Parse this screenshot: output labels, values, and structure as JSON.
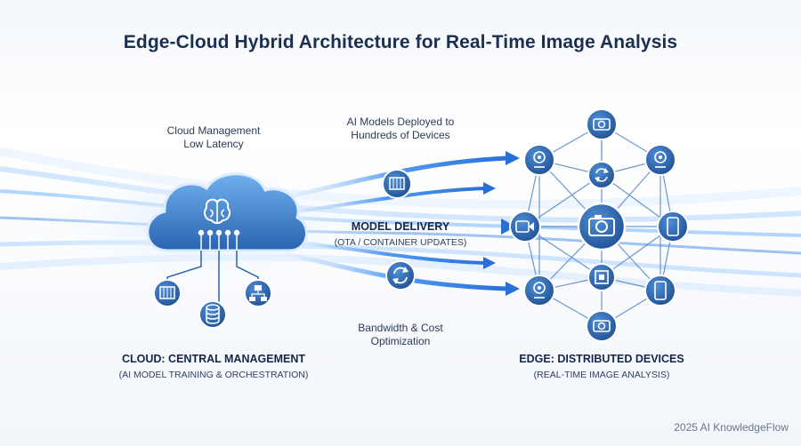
{
  "title": "Edge-Cloud Hybrid Architecture for Real-Time Image Analysis",
  "cloud": {
    "notes": [
      "Cloud Management",
      "Low Latency"
    ],
    "label": "CLOUD: CENTRAL MANAGEMENT",
    "sublabel": "(AI MODEL TRAINING & ORCHESTRATION)",
    "icons": [
      "brain-icon",
      "container-icon",
      "database-icon",
      "network-icon"
    ]
  },
  "middle": {
    "top_notes": [
      "AI Models Deployed to",
      "Hundreds of Devices"
    ],
    "delivery_label": "MODEL DELIVERY",
    "delivery_sublabel": "(OTA / CONTAINER UPDATES)",
    "bottom_notes": [
      "Bandwidth & Cost",
      "Optimization"
    ],
    "icons": [
      "container-icon",
      "refresh-icon"
    ]
  },
  "edge": {
    "label": "EDGE: DISTRIBUTED DEVICES",
    "sublabel": "(REAL-TIME IMAGE ANALYSIS)",
    "devices": [
      "camera-icon",
      "webcam-icon",
      "refresh-icon",
      "webcam-icon",
      "video-camera-icon",
      "camera-icon",
      "smartphone-icon",
      "chip-icon",
      "webcam-icon",
      "smartphone-icon",
      "camera-icon"
    ]
  },
  "footer": "2025 AI KnowledgeFlow",
  "colors": {
    "title": "#1a2f52",
    "cloud_fill": "#3b7bc8",
    "node_fill": "#2b64a8",
    "flow": "#4da3ff"
  }
}
